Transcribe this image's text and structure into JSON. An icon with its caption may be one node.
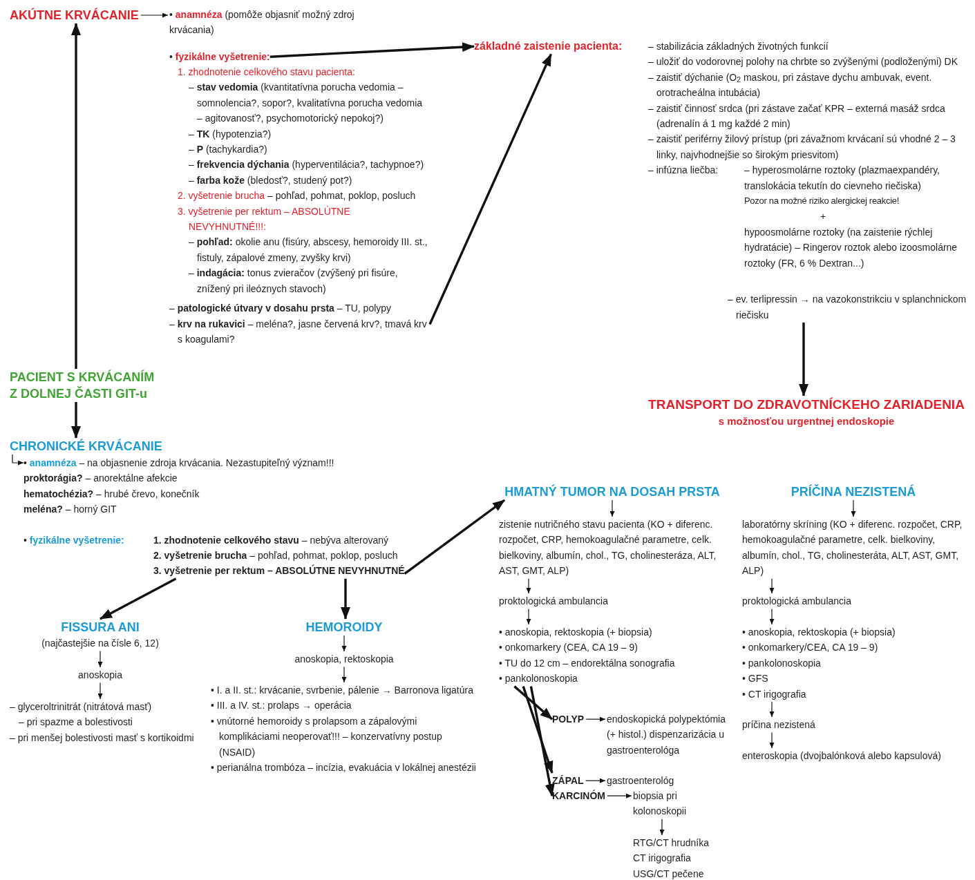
{
  "diagram": {
    "nodes": [
      {
        "text": [
          "AKÚTNE KRVÁCANIE"
        ]
      },
      {
        "text": [
          "• **anamnéza** (pomôže objasniť možný zdroj krvácania)"
        ]
      },
      {
        "text": [
          "• **fyzikálne vyšetrenie:**"
        ]
      },
      {
        "text": [
          "1. zhodnotenie celkového stavu pacienta:",
          "– **stav vedomia** (kvantitatívna porucha vedomia – somnolencia?, sopor?, kvalitatívna porucha vedomia – agitovanosť?, psychomotorický nepokoj?)",
          "– **TK** (hypotenzia?)",
          "– **P** (tachykardia?)",
          "– **frekvencia dýchania** (hyperventilácia?, tachypnoe?)",
          "– **farba kože** (bledosť?, studený pot?)",
          "2. vyšetrenie brucha",
          "– pohľad, pohmat, poklop, posluch",
          "3. vyšetrenie per rektum – ABSOLÚTNE NEVYHNUTNÉ!!!:",
          "– **pohľad:** okolie anu (fisúry, abscesy, hemoroidy III. st., fistuly, zápalové zmeny, zvyšky krvi)",
          "– **indagácia:** tonus zvieračov (zvýšený pri fisúre, znížený pri ileóznych stavoch)",
          "– **patologické útvary v dosahu prsta** – TU, polypy",
          "– **krv na rukavici** – meléna?, jasne červená krv?, tmavá krv s koagulami?"
        ]
      },
      {
        "text": [
          "PACIENT S KRVÁCANÍM Z DOLNEJ ČASTI GIT-u"
        ]
      },
      {
        "text": [
          "základné zaistenie pacienta:"
        ]
      },
      {
        "text": [
          "– stabilizácia základných životných funkcií",
          "– uložiť do vodorovnej polohy na chrbte so zvýšenými (podloženými) DK",
          "– zaistiť dýchanie (O$_{2}$ maskou, pri zástave dychu ambuvak, event. orotracheálna intubácia)",
          "– zaistiť činnosť srdca (pri zástave začať KPR – externá masáž srdca (adrenalín á 1 mg každé 2 min)",
          "– zaistiť periférny žilový prístup (pri závažnom krvácaní sú vhodné 2 – 3 linky, najvhodnejšie so širokým priesvitom)",
          "– infúzna liečba:",
          "– hyperosmolárne roztoky (plazmaexpandéry, translokácia tekutín do cievneho riečiska)",
          "Pozor na možné riziko alergickej reakcie!",
          "+",
          "hypoosmolárne roztoky (na zaistenie rýchlej hydratácie) – Ringerov roztok alebo izoosmolárne roztoky (FR, 6 % Dextran...)",
          "– ev. terlipressin → na vazokonstrikciu v splanchnickom riečisku"
        ]
      },
      {
        "text": [
          "TRANSPORT DO ZDRAVOTNÍCKEHO ZARIADENIA",
          "s možnosťou urgentnej endoskopie"
        ]
      },
      {
        "text": [
          "CHRONICKÉ KRVÁCANIE"
        ]
      },
      {
        "text": [
          "• **anamnéza** – na objasnenie zdroja krvácania. Nezastupiteľný význam!!!",
          "**proktorágia?** – anorektálne afekcie",
          "**hematochézia?** – hrubé črevo, konečník",
          "**meléna?** – horný GIT",
          "• **fyzikálne vyšetrenie:**",
          "**1. zhodnotenie celkového stavu** – nebýva alterovaný",
          "**2. vyšetrenie brucha** – pohľad, pohmat, poklop, posluch",
          "3. vyšetrenie per rektum – ABSOLÚTNE NEVYHNUTNÉ"
        ]
      },
      {
        "text": [
          "FISSURA ANI",
          "(najčastejšie na čísle 6, 12)"
        ]
      },
      {
        "text": [
          "anoskopia"
        ]
      },
      {
        "text": [
          "– glyceroltrinitrát (nitrátová masť)",
          "– pri spazme a bolestivosti",
          "– pri menšej bolestivosti masť s kortikoidmi"
        ]
      },
      {
        "text": [
          "HEMOROIDY"
        ]
      },
      {
        "text": [
          "anoskopia, rektoskopia"
        ]
      },
      {
        "text": [
          "• I. a II. st.: krvácanie, svrbenie, pálenie → Barronova ligatúra",
          "• III. a IV. st.: prolaps → operácia",
          "• vnútorné hemoroidy s prolapsom a zápalovými komplikáciami neoperovať!!! – konzervatívny postup (NSAID)",
          "• perianálna trombóza – incízia, evakuácia v lokálnej anestézii"
        ]
      },
      {
        "text": [
          "HMATNÝ TUMOR NA DOSAH PRSTA"
        ]
      },
      {
        "text": [
          "zistenie nutričného stavu pacienta (KO + diferenc. rozpočet, CRP, hemokoagulačné parametre, celk. bielkoviny, albumín, chol., TG, cholinesteráza, ALT, AST, GMT, ALP)"
        ]
      },
      {
        "text": [
          "proktologická ambulancia"
        ]
      },
      {
        "text": [
          "• anoskopia, rektoskopia (+ biopsia)",
          "• onkomarkery (CEA, CA 19 – 9)",
          "• TU do 12 cm – endorektálna sonografia",
          "• pankolonoskopia"
        ]
      },
      {
        "text": [
          "POLYP"
        ]
      },
      {
        "text": [
          "ZÁPAL"
        ]
      },
      {
        "text": [
          "KARCINÓM"
        ]
      },
      {
        "text": [
          "endoskopická polypektómia (+ histol.) dispenzarizácia u gastroenterológa"
        ]
      },
      {
        "text": [
          "gastroenterológ"
        ]
      },
      {
        "text": [
          "biopsia pri kolonoskopii"
        ]
      },
      {
        "text": [
          "RTG/CT hrudníka",
          "CT irigografia",
          "USG/CT pečene"
        ]
      },
      {
        "text": [
          "PRÍČINA NEZISTENÁ"
        ]
      },
      {
        "text": [
          "laboratórny skríning (KO + diferenc. rozpočet, CRP, hemokoagulačné parametre, celk. bielkoviny, albumín, chol., TG, cholinesteráta, ALT, AST, GMT, ALP)"
        ]
      },
      {
        "text": [
          "proktologická ambulancia"
        ]
      },
      {
        "text": [
          "• anoskopia, rektoskopia (+ biopsia)",
          "• onkomarkery/CEA, CA 19 – 9)",
          "• pankolonoskopia",
          "• GFS",
          "• CT irigografia"
        ]
      },
      {
        "text": [
          "príčina nezistená"
        ]
      },
      {
        "text": [
          "enteroskopia (dvojbalónková alebo kapsulová)"
        ]
      }
    ],
    "edges": [
      {
        "from": 4,
        "to": 0,
        "arrow": "to",
        "style": "thick"
      },
      {
        "from": 4,
        "to": 8,
        "arrow": "to",
        "style": "thick"
      },
      {
        "from": 0,
        "to": 1,
        "arrow": "to"
      },
      {
        "from": 2,
        "to": 5,
        "arrow": "to",
        "style": "thick"
      },
      {
        "from": 3,
        "to": 5,
        "arrow": "to",
        "style": "thick"
      },
      {
        "from": 6,
        "to": 7,
        "arrow": "to",
        "style": "thick"
      },
      {
        "from": 8,
        "to": 9,
        "arrow": "to"
      },
      {
        "from": 9,
        "to": 10,
        "arrow": "to",
        "style": "thick"
      },
      {
        "from": 9,
        "to": 13,
        "arrow": "to",
        "style": "thick"
      },
      {
        "from": 9,
        "to": 16,
        "arrow": "to",
        "style": "thick"
      },
      {
        "from": 10,
        "to": 11,
        "arrow": "to"
      },
      {
        "from": 11,
        "to": 12,
        "arrow": "to"
      },
      {
        "from": 13,
        "to": 14,
        "arrow": "to"
      },
      {
        "from": 14,
        "to": 15,
        "arrow": "to"
      },
      {
        "from": 16,
        "to": 17,
        "arrow": "to"
      },
      {
        "from": 17,
        "to": 18,
        "arrow": "to"
      },
      {
        "from": 18,
        "to": 19,
        "arrow": "to"
      },
      {
        "from": 19,
        "to": 20,
        "arrow": "to",
        "style": "thick"
      },
      {
        "from": 19,
        "to": 21,
        "arrow": "to",
        "style": "thick"
      },
      {
        "from": 19,
        "to": 22,
        "arrow": "to",
        "style": "thick"
      },
      {
        "from": 20,
        "to": 23,
        "arrow": "to"
      },
      {
        "from": 21,
        "to": 24,
        "arrow": "to"
      },
      {
        "from": 22,
        "to": 25,
        "arrow": "to"
      },
      {
        "from": 25,
        "to": 26,
        "arrow": "to"
      },
      {
        "from": 27,
        "to": 28,
        "arrow": "to"
      },
      {
        "from": 28,
        "to": 29,
        "arrow": "to"
      },
      {
        "from": 29,
        "to": 30,
        "arrow": "to"
      },
      {
        "from": 30,
        "to": 31,
        "arrow": "to"
      },
      {
        "from": 31,
        "to": 32,
        "arrow": "to"
      }
    ]
  }
}
